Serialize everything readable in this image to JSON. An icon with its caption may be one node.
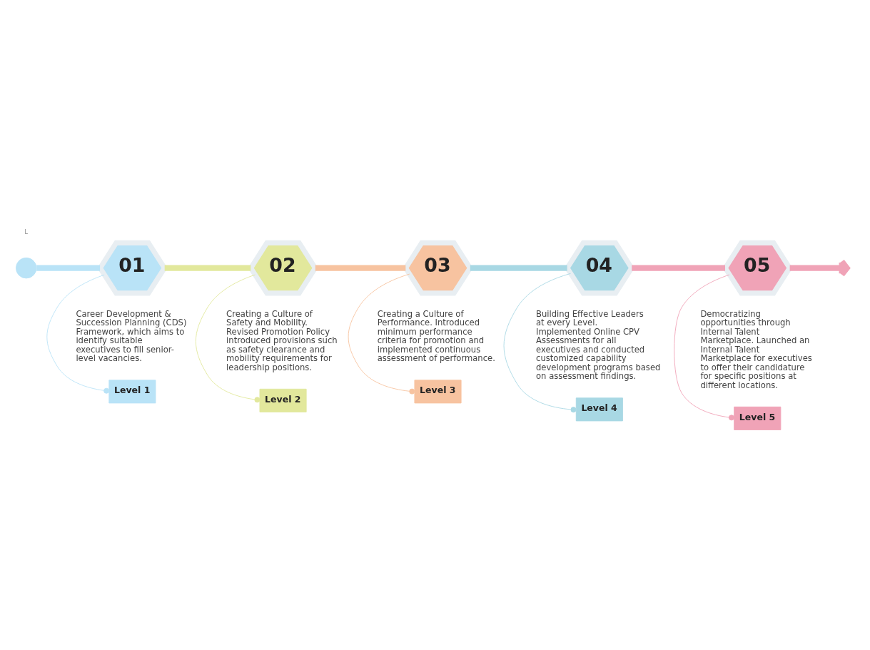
{
  "diagram": {
    "nodes": [
      {
        "text": [],
        "shape": "circle"
      },
      {
        "text": [
          "01"
        ],
        "beside": [
          "Career Development & Succession Planning (CDS) Framework, which aims to identify suitable executives to fill senior-level vacancies."
        ]
      },
      {
        "text": [
          "02"
        ],
        "beside": [
          "Creating a Culture of Safety and Mobility. Revised Promotion Policy introduced provisions such as safety clearance and mobility requirements for leadership positions."
        ]
      },
      {
        "text": [
          "03"
        ],
        "beside": [
          "Creating a Culture of Performance. Introduced minimum performance criteria for promotion and implemented continuous assessment of performance."
        ]
      },
      {
        "text": [
          "04"
        ],
        "beside": [
          "Building Effective Leaders at every Level. Implemented Online CPV Assessments for all executives and conducted customized capability development programs based on assessment findings."
        ]
      },
      {
        "text": [
          "05"
        ],
        "beside": [
          "Democratizing opportunities through Internal Talent Marketplace. Launched an Internal Talent Marketplace for executives to offer their candidature for specific positions at different locations."
        ]
      },
      {
        "text": [
          "Level 1"
        ]
      },
      {
        "text": [
          "Level 2"
        ]
      },
      {
        "text": [
          "Level 3"
        ]
      },
      {
        "text": [
          "Level 4"
        ]
      },
      {
        "text": [
          "Level 5"
        ]
      }
    ],
    "edges": [
      {
        "from": 0,
        "to": 1,
        "arrow": "none",
        "color": "#b9e3f7"
      },
      {
        "from": 1,
        "to": 2,
        "arrow": "none",
        "color": "#e2e89c"
      },
      {
        "from": 2,
        "to": 3,
        "arrow": "none",
        "color": "#f7c3a0"
      },
      {
        "from": 3,
        "to": 4,
        "arrow": "none",
        "color": "#a8d8e4"
      },
      {
        "from": 4,
        "to": 5,
        "arrow": "none",
        "color": "#f0a3b7"
      },
      {
        "from": 5,
        "to": null,
        "arrow": "to",
        "color": "#f0a3b7"
      },
      {
        "from": 6,
        "to": 1,
        "arrow": "other",
        "color": "#b9e3f7"
      },
      {
        "from": 7,
        "to": 2,
        "arrow": "other",
        "color": "#e2e89c"
      },
      {
        "from": 8,
        "to": 3,
        "arrow": "other",
        "color": "#f7c3a0"
      },
      {
        "from": 9,
        "to": 4,
        "arrow": "other",
        "color": "#a8d8e4"
      },
      {
        "from": 10,
        "to": 5,
        "arrow": "other",
        "color": "#f0a3b7"
      }
    ],
    "labels": [
      "L"
    ]
  }
}
